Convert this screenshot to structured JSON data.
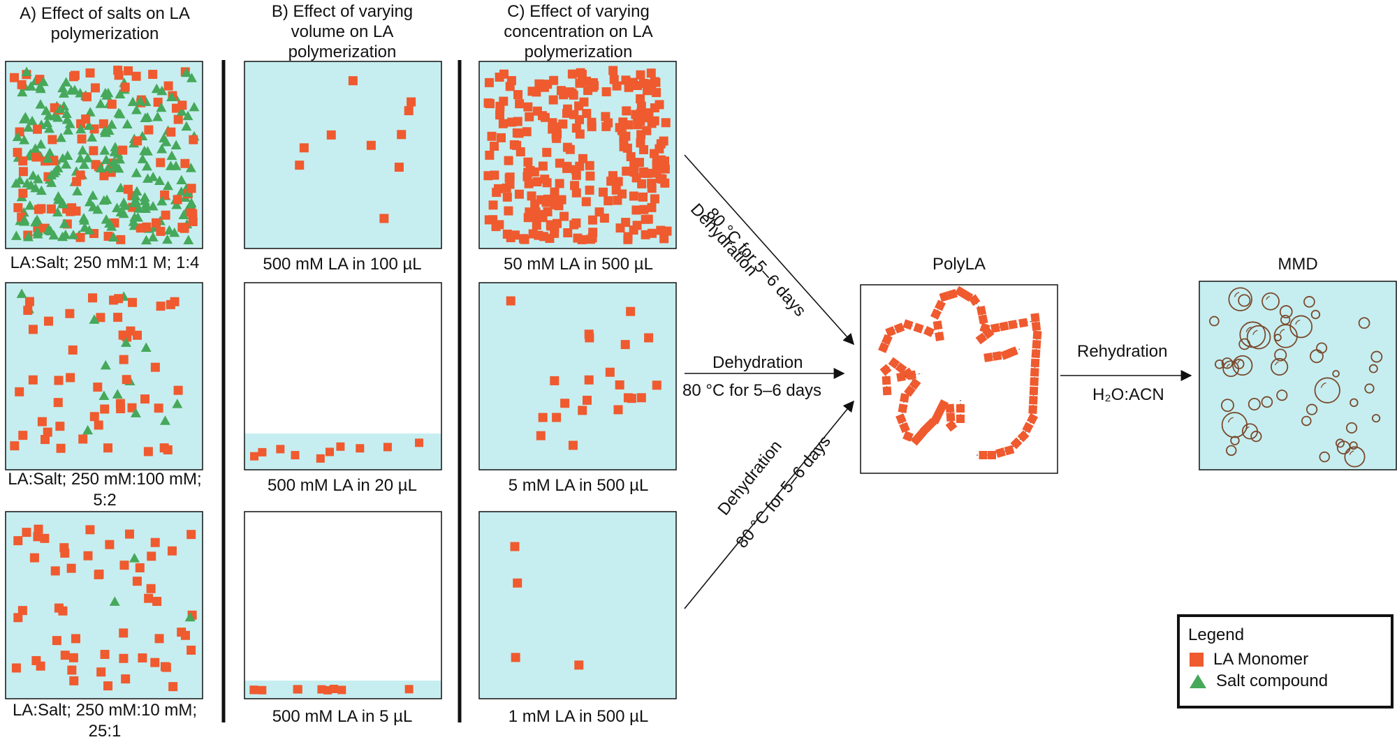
{
  "colors": {
    "liquid": "#c6eef0",
    "monomer": "#ef5a2f",
    "salt": "#46a85a",
    "bubble": "#7a4a2e",
    "stroke": "#111111"
  },
  "sections": {
    "a_title": "A) Effect of salts on LA\npolymerization",
    "b_title": "B) Effect of varying\nvolume on LA\npolymerization",
    "c_title": "C) Effect of varying\nconcentration on LA\npolymerization"
  },
  "panels": {
    "a1_caption": "LA:Salt; 250 mM:1 M; 1:4",
    "a2_caption": "LA:Salt; 250 mM:100 mM;\n5:2",
    "a3_caption": "LA:Salt; 250 mM:10 mM;\n25:1",
    "b1_caption": "500 mM LA in 100 µL",
    "b2_caption": "500 mM LA in 20 µL",
    "b3_caption": "500 mM LA in 5 µL",
    "c1_caption": "50 mM LA in 500 µL",
    "c2_caption": "5 mM LA in 500 µL",
    "c3_caption": "1 mM LA in 500 µL"
  },
  "arrows": {
    "top_line1": "Dehydration",
    "top_line2": "80 °C for 5–6 days",
    "mid_line1": "Dehydration",
    "mid_line2": "80 °C for 5–6 days",
    "bot_line1": "Dehydration",
    "bot_line2": "80 °C for 5–6 days",
    "rehydration_line1": "Rehydration",
    "rehydration_line2": "H₂O:ACN"
  },
  "products": {
    "polyla_title": "PolyLA",
    "mmd_title": "MMD"
  },
  "legend": {
    "title": "Legend",
    "monomer_label": "LA Monomer",
    "salt_label": "Salt compound"
  },
  "density": {
    "a1_monomers": 95,
    "a1_salts": 230,
    "a2_monomers": 50,
    "a2_salts": 14,
    "a3_monomers": 55,
    "a3_salts": 3,
    "b1_monomers": 10,
    "b2_monomers": 10,
    "b3_monomers": 10,
    "c1_monomers": 260,
    "c2_monomers": 22,
    "c3_monomers": 4
  }
}
